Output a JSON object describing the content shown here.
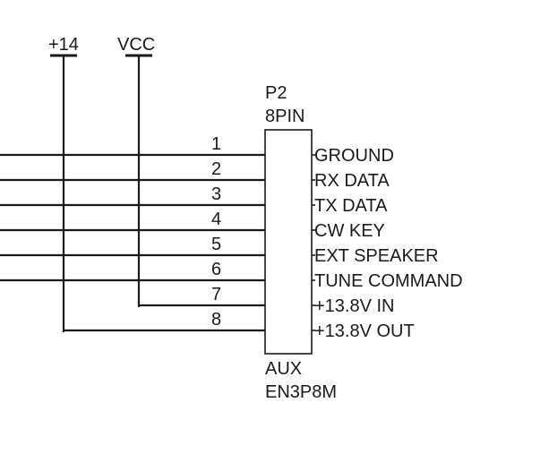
{
  "power": {
    "p14": "+14",
    "vcc": "VCC"
  },
  "connector": {
    "ref": "P2",
    "value": "8PIN",
    "footer_name": "AUX",
    "footer_part": "EN3P8M"
  },
  "pins": [
    {
      "num": "1",
      "signal": "GROUND"
    },
    {
      "num": "2",
      "signal": "RX DATA"
    },
    {
      "num": "3",
      "signal": "TX DATA"
    },
    {
      "num": "4",
      "signal": "CW KEY"
    },
    {
      "num": "5",
      "signal": "EXT SPEAKER"
    },
    {
      "num": "6",
      "signal": "TUNE COMMAND"
    },
    {
      "num": "7",
      "signal": "+13.8V IN"
    },
    {
      "num": "8",
      "signal": "+13.8V OUT"
    }
  ]
}
